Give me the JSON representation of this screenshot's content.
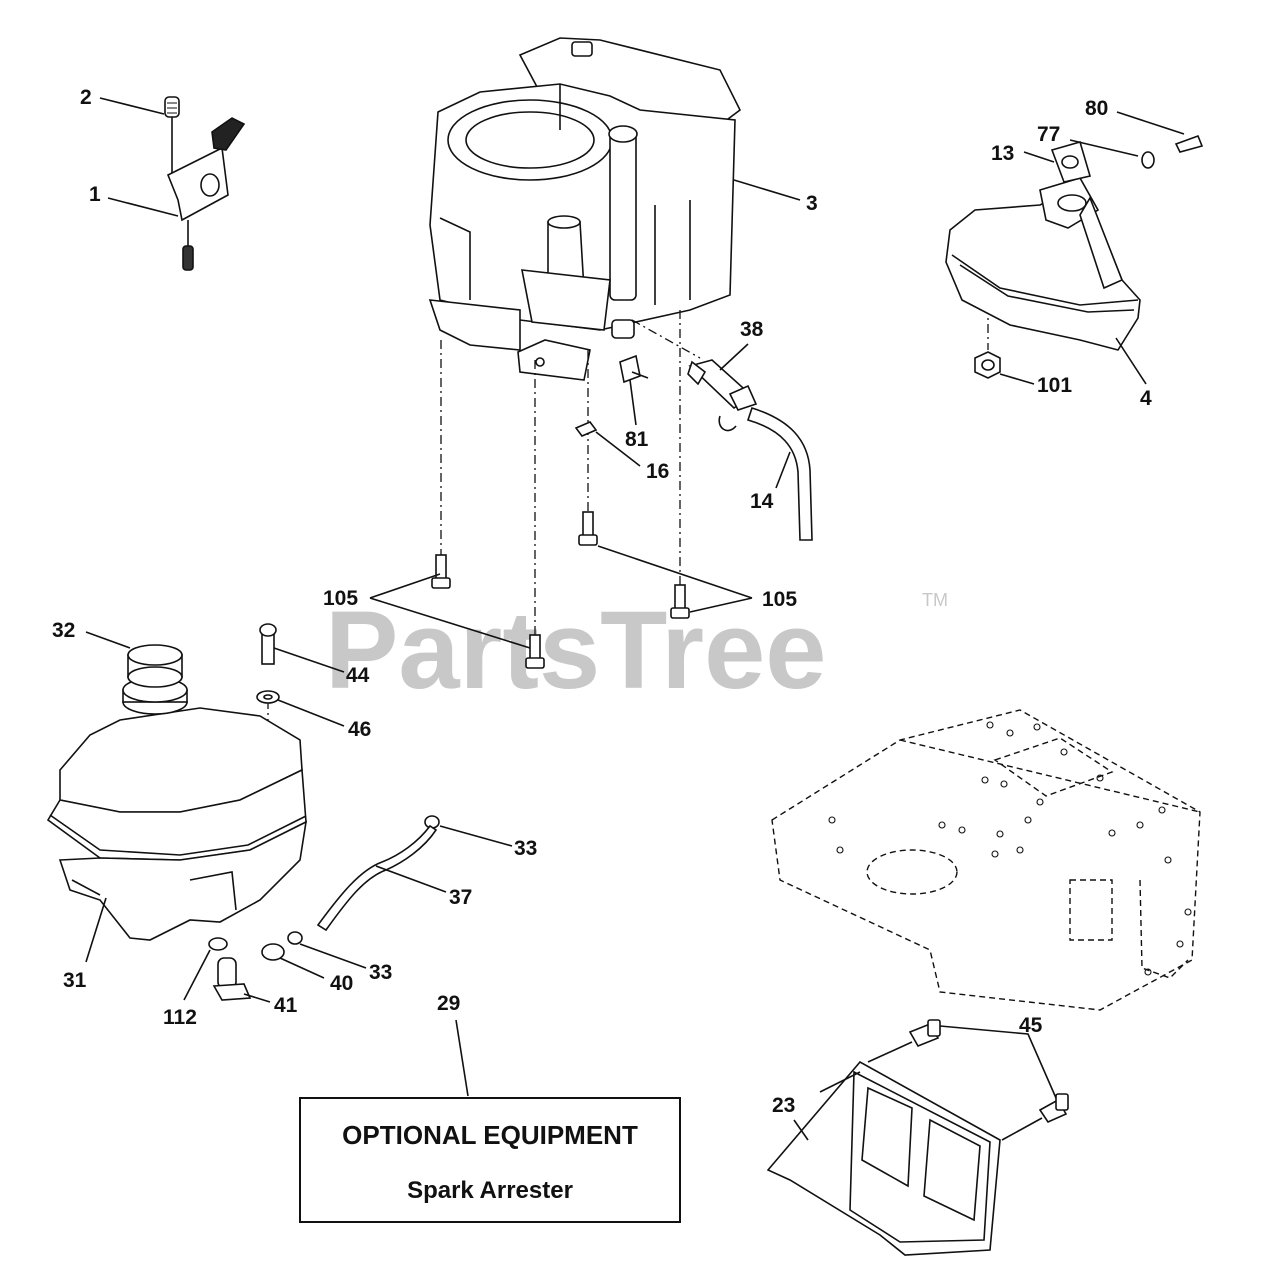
{
  "watermark": {
    "text": "PartsTree",
    "trademark": "TM"
  },
  "optional_box": {
    "title": "OPTIONAL EQUIPMENT",
    "subtitle": "Spark Arrester"
  },
  "labels": {
    "p1": "1",
    "p2": "2",
    "p3": "3",
    "p4": "4",
    "p13": "13",
    "p14": "14",
    "p16": "16",
    "p23": "23",
    "p29": "29",
    "p31": "31",
    "p32": "32",
    "p33a": "33",
    "p33b": "33",
    "p37": "37",
    "p38": "38",
    "p40": "40",
    "p41": "41",
    "p44": "44",
    "p45": "45",
    "p46": "46",
    "p77": "77",
    "p80": "80",
    "p81": "81",
    "p101": "101",
    "p105a": "105",
    "p105b": "105",
    "p112": "112"
  },
  "colors": {
    "ink": "#111111",
    "watermark": "#c8c8c8",
    "background": "#ffffff"
  }
}
